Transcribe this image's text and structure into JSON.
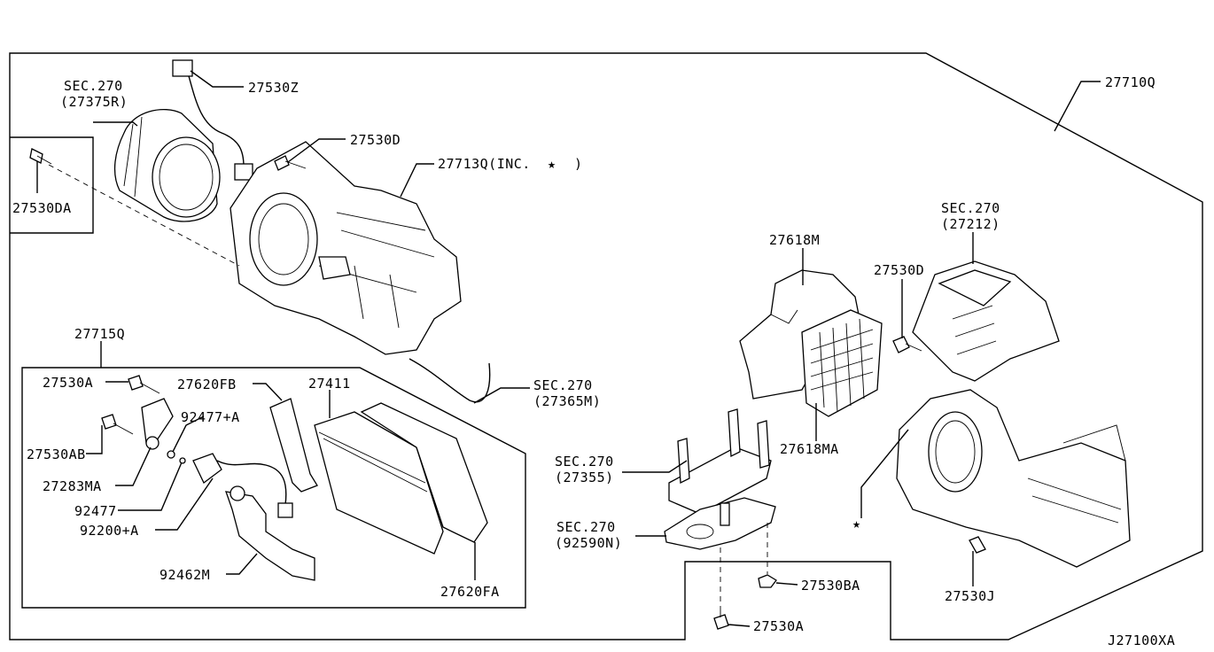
{
  "diagram_id": "J27100XA",
  "labels": {
    "p27530z": "27530Z",
    "sec270_a": "SEC.270",
    "sec270_a_ref": "(27375R)",
    "p27530d_top": "27530D",
    "p27713q": "27713Q(INC.",
    "star_mark": "★",
    "close_paren": ")",
    "p27530da": "27530DA",
    "p27710q": "27710Q",
    "sec270_b": "SEC.270",
    "sec270_b_ref": "(27212)",
    "p27618m": "27618M",
    "p27530d_right": "27530D",
    "p27715q": "27715Q",
    "p27530a_left": "27530A",
    "p27620fb": "27620FB",
    "p27411": "27411",
    "p92477a": "92477+A",
    "p27530ab": "27530AB",
    "p27283ma": "27283MA",
    "p92477": "92477",
    "p92200a": "92200+A",
    "p92462m": "92462M",
    "p27620fa": "27620FA",
    "sec270_c": "SEC.270",
    "sec270_c_ref": "(27365M)",
    "p27618ma": "27618MA",
    "sec270_d": "SEC.270",
    "sec270_d_ref": "(27355)",
    "sec270_e": "SEC.270",
    "sec270_e_ref": "(92590N)",
    "p27530ba": "27530BA",
    "p27530a_bottom": "27530A",
    "p27530j": "27530J"
  }
}
